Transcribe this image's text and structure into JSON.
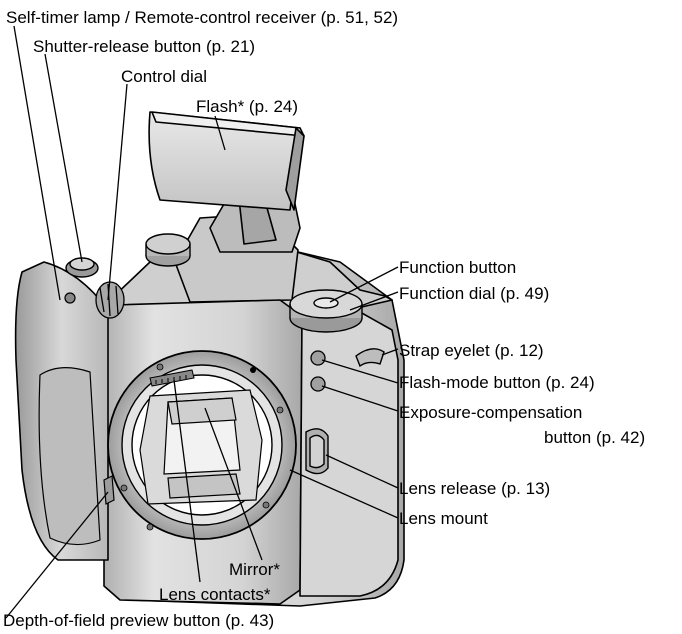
{
  "labels": {
    "self_timer": "Self-timer lamp / Remote-control receiver (p. 51, 52)",
    "shutter_release": "Shutter-release button (p. 21)",
    "control_dial": "Control dial",
    "flash": "Flash* (p. 24)",
    "function_button": "Function button",
    "function_dial": "Function dial (p. 49)",
    "strap_eyelet": "Strap eyelet (p. 12)",
    "flash_mode": "Flash-mode button (p. 24)",
    "exposure_comp_line1": "Exposure-compensation",
    "exposure_comp_line2": "button (p. 42)",
    "lens_release": "Lens release (p. 13)",
    "lens_mount": "Lens mount",
    "mirror": "Mirror*",
    "lens_contacts": "Lens contacts*",
    "dof_preview": "Depth-of-field preview button (p. 43)"
  },
  "colors": {
    "ink": "#000000",
    "body_shade": "#d9d9d9",
    "mid_shade": "#bfbfbf",
    "dark_shade": "#8c8c8c",
    "background": "#ffffff"
  }
}
